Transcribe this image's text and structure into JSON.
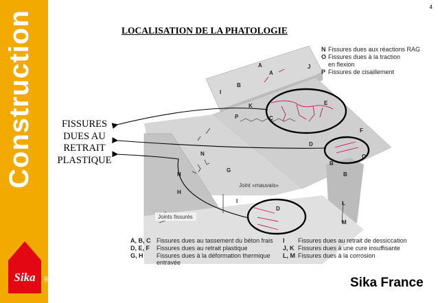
{
  "sidebar": {
    "word": "Construction",
    "color": "#f2a900"
  },
  "logo": {
    "text": "Sika",
    "registered": "®",
    "bg_color": "#e30613"
  },
  "page_number": "4",
  "title": "LOCALISATION DE LA PHATOLOGIE",
  "callout": {
    "lines": [
      "FISSURES",
      "DUES AU",
      "RETRAIT",
      "PLASTIQUE"
    ]
  },
  "figure": {
    "top_legend": [
      {
        "letter": "N",
        "text": "Fissures dues aux réactions RAG"
      },
      {
        "letter": "O",
        "text": "Fissures dues à la traction"
      },
      {
        "letter": "",
        "text": "en flexion"
      },
      {
        "letter": "P",
        "text": "Fissures de cisaillement"
      }
    ],
    "labels": [
      "A",
      "A",
      "B",
      "I",
      "J",
      "K",
      "P",
      "C",
      "E",
      "F",
      "D",
      "B",
      "O",
      "N",
      "G",
      "H",
      "H",
      "I",
      "D",
      "B",
      "L",
      "M"
    ],
    "joint_bad": "Joint «mauvais»",
    "joint_cracked": "Joints fissurés"
  },
  "legend": [
    {
      "codes": "A, B, C",
      "text": "Fissures dues au tassement du béton frais"
    },
    {
      "codes": "D, E, F",
      "text": "Fissures dues au retrait plastique"
    },
    {
      "codes": "G, H",
      "text": "Fissures dues à la déformation thermique entravée"
    },
    {
      "codes": "I",
      "text": "Fissures dues au retrait de dessiccation"
    },
    {
      "codes": "J, K",
      "text": "Fissures dues à une cure insuffisante"
    },
    {
      "codes": "L, M",
      "text": "Fissures dues à la corrosion"
    }
  ],
  "brand": "Sika France",
  "colors": {
    "crack": "#c2185b",
    "ellipse": "#000000"
  }
}
